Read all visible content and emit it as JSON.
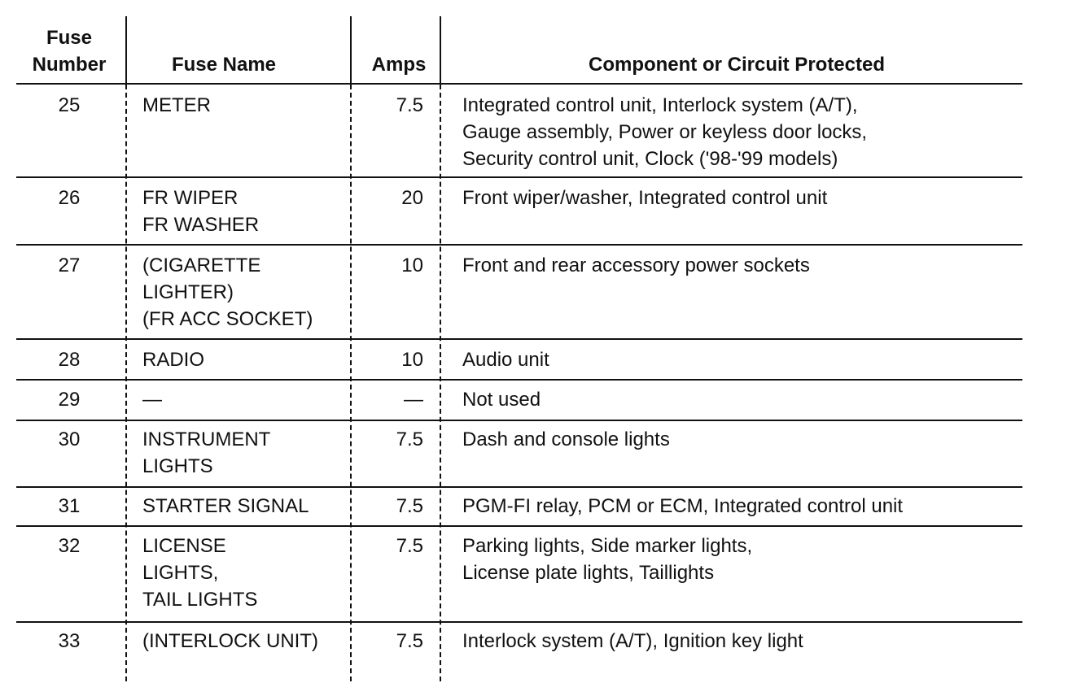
{
  "table": {
    "headers": {
      "number": "Fuse\nNumber",
      "name": "Fuse Name",
      "amps": "Amps",
      "component": "Component or Circuit Protected"
    },
    "rows": [
      {
        "number": "25",
        "name": "METER",
        "amps": "7.5",
        "component": "Integrated control unit, Interlock system (A/T),\nGauge assembly, Power or keyless door locks,\nSecurity control unit, Clock ('98-'99 models)"
      },
      {
        "number": "26",
        "name": "FR WIPER\nFR WASHER",
        "amps": "20",
        "component": "Front wiper/washer, Integrated control unit"
      },
      {
        "number": "27",
        "name": "(CIGARETTE\nLIGHTER)\n(FR ACC SOCKET)",
        "amps": "10",
        "component": "Front and rear accessory power sockets"
      },
      {
        "number": "28",
        "name": "RADIO",
        "amps": "10",
        "component": "Audio unit"
      },
      {
        "number": "29",
        "name": "—",
        "amps": "—",
        "component": "Not used"
      },
      {
        "number": "30",
        "name": "INSTRUMENT\nLIGHTS",
        "amps": "7.5",
        "component": "Dash and console lights"
      },
      {
        "number": "31",
        "name": "STARTER SIGNAL",
        "amps": "7.5",
        "component": "PGM-FI relay, PCM or ECM, Integrated control unit"
      },
      {
        "number": "32",
        "name": "LICENSE\nLIGHTS,\nTAIL LIGHTS",
        "amps": "7.5",
        "component": "Parking lights, Side marker lights,\nLicense plate lights, Taillights"
      },
      {
        "number": "33",
        "name": "(INTERLOCK UNIT)",
        "amps": "7.5",
        "component": "Interlock system (A/T), Ignition key light"
      }
    ]
  }
}
